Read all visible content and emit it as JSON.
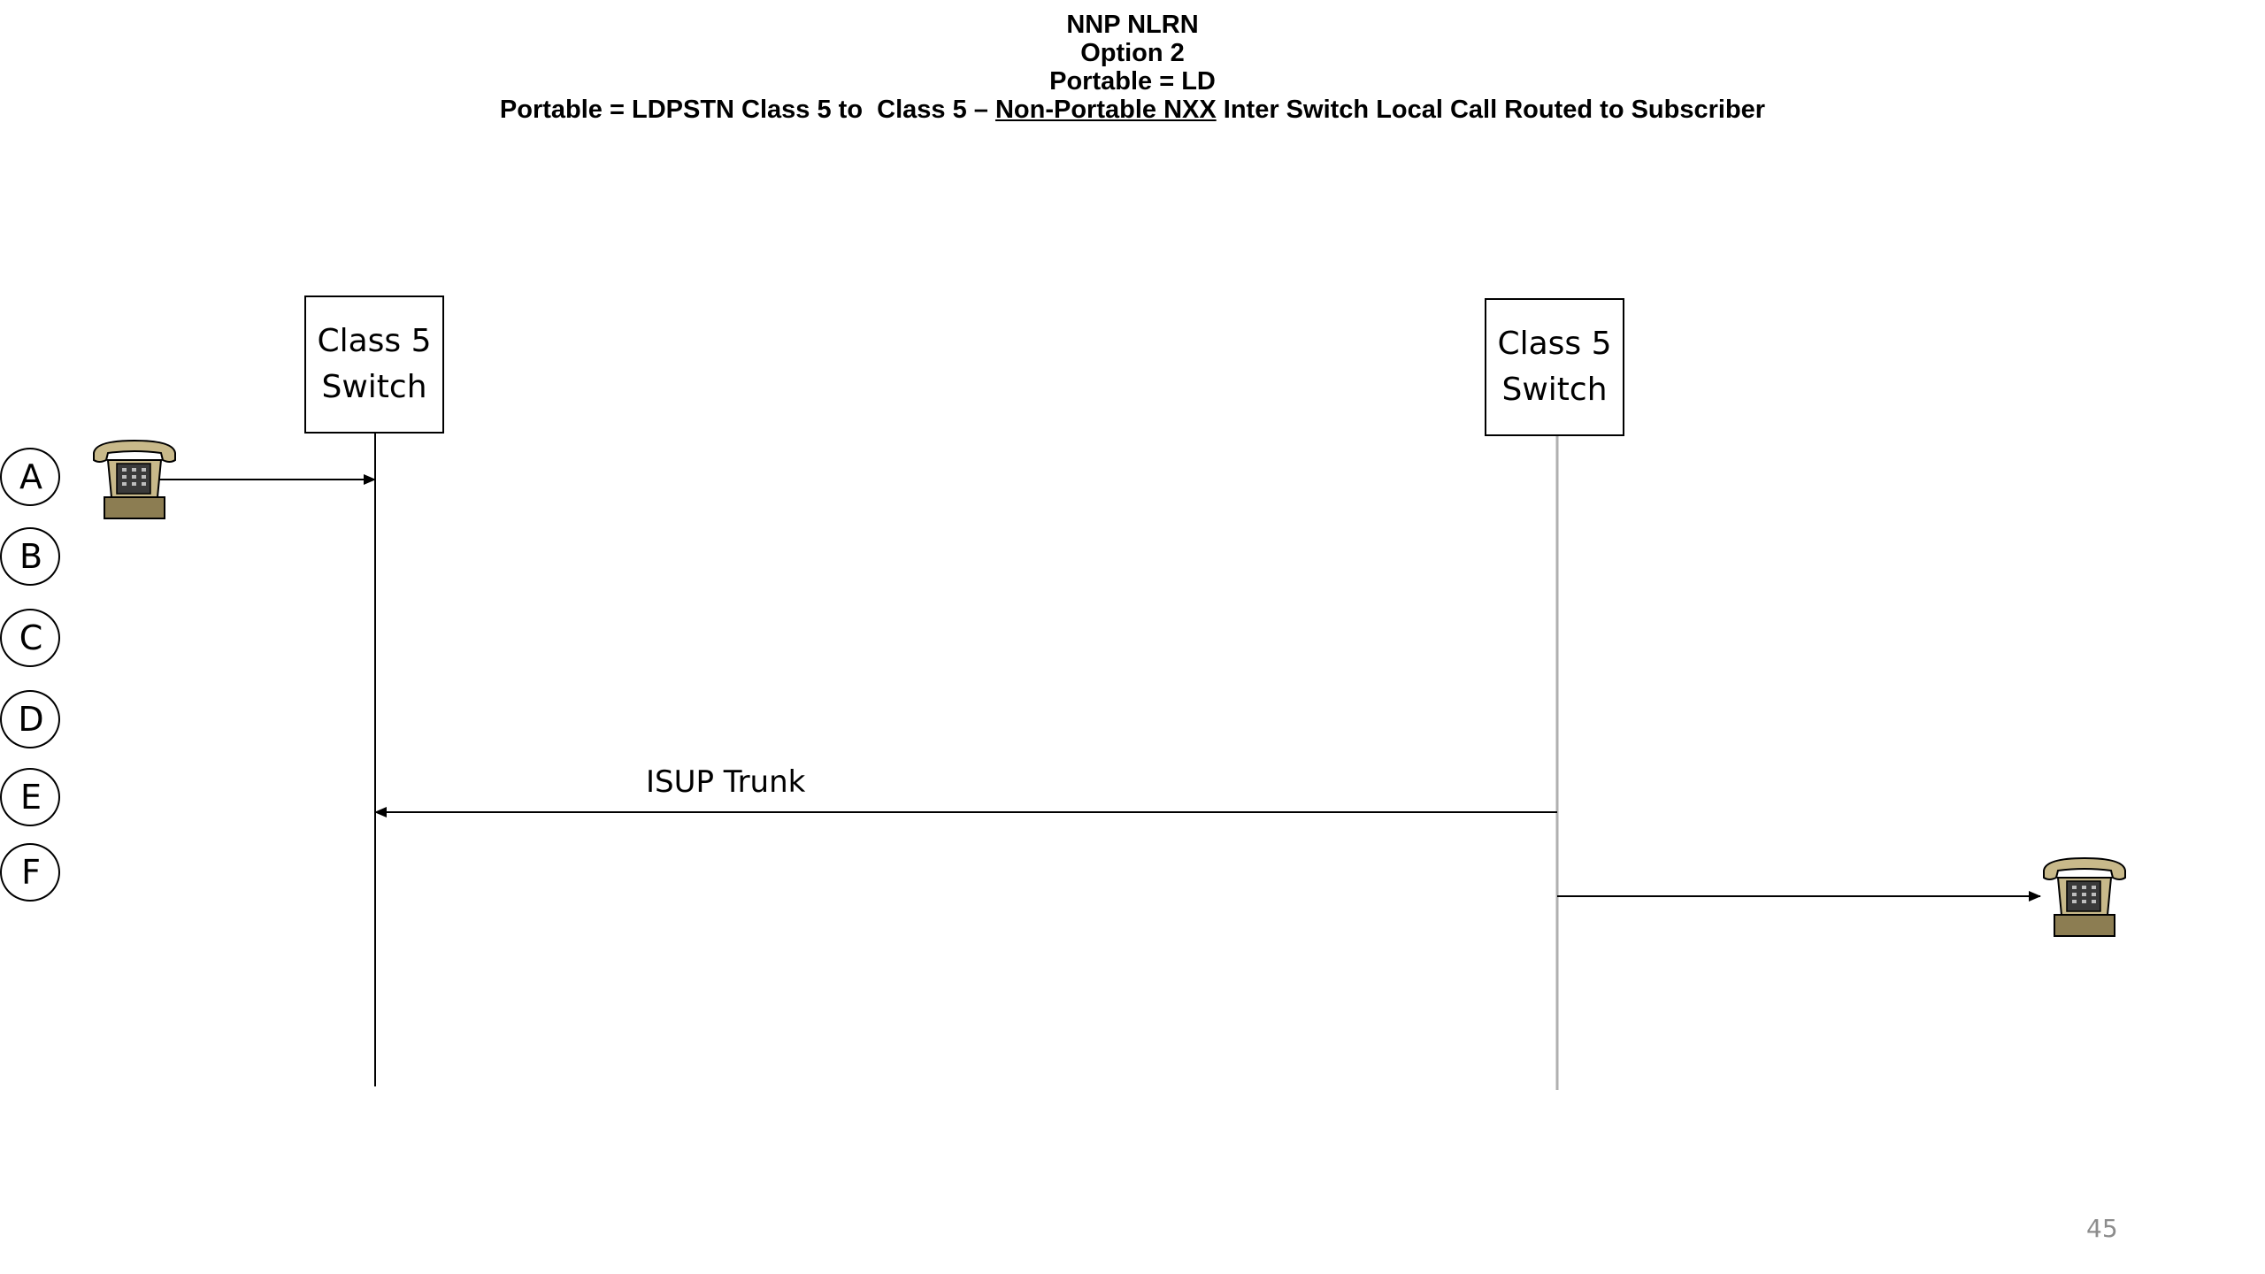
{
  "title": {
    "line1": "NNP NLRN",
    "line2": "Option 2",
    "line3": "Portable = LD",
    "line4_prefix": "Portable = LDPSTN Class 5 to  Class 5 – ",
    "line4_underlined": "Non-Portable NXX",
    "line4_suffix": " Inter Switch Local Call Routed to Subscriber"
  },
  "switches": {
    "left": {
      "line1": "Class 5",
      "line2": "Switch"
    },
    "right": {
      "line1": "Class 5",
      "line2": "Switch"
    }
  },
  "steps": [
    "A",
    "B",
    "C",
    "D",
    "E",
    "F"
  ],
  "messages": {
    "isup_trunk": "ISUP Trunk"
  },
  "icons": {
    "caller": "telephone-icon",
    "subscriber": "telephone-icon"
  },
  "colors": {
    "phone_body": "#c8b98a",
    "phone_base": "#8c7d52",
    "phone_keypad": "#3a3a3a",
    "lifeline_right": "#b0b0b0",
    "page_number": "#8c8c8c"
  },
  "page_number": "45"
}
